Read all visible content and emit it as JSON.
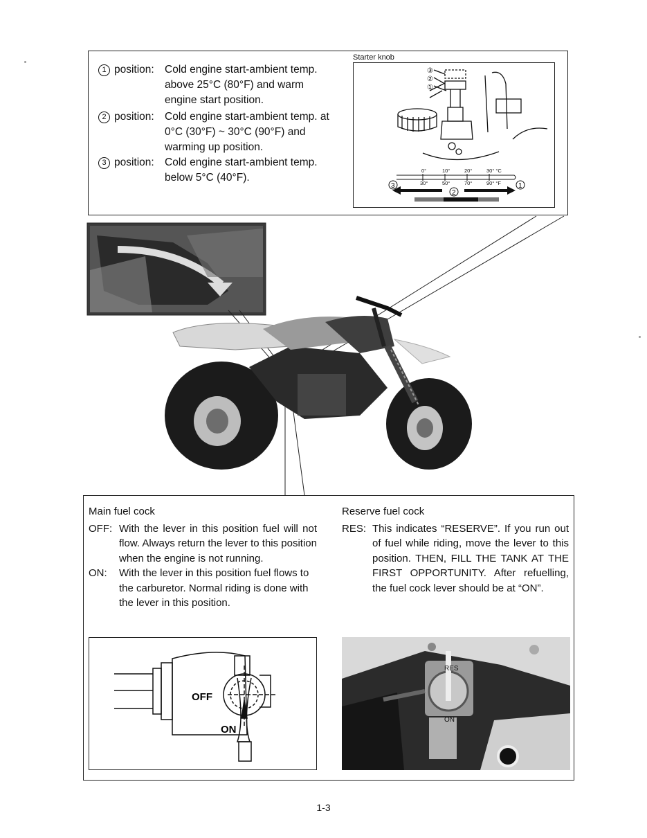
{
  "starter": {
    "positions": [
      {
        "num": "1",
        "label": "position:",
        "text": "Cold engine start-ambient temp. above 25°C (80°F) and warm engine start position."
      },
      {
        "num": "2",
        "label": "position:",
        "text": "Cold engine start-ambient temp. at 0°C (30°F) ~ 30°C (90°F) and warming up position."
      },
      {
        "num": "3",
        "label": "position:",
        "text": "Cold engine start-ambient temp. below 5°C (40°F)."
      }
    ],
    "knob_title": "Starter knob",
    "celsius_ticks": [
      "0°",
      "10°",
      "20°",
      "30° °C"
    ],
    "fahrenheit_ticks": [
      "30°",
      "50°",
      "70°",
      "90° °F"
    ],
    "marker_left": "3",
    "marker_mid": "2",
    "marker_right": "1"
  },
  "main_fuel": {
    "heading": "Main fuel cock",
    "entries": [
      {
        "key": "OFF:",
        "text": "With the lever in this position fuel will not flow. Always return the lever to this position when the engine is not running."
      },
      {
        "key": "ON:",
        "text": "With the lever in this position fuel flows to the carburetor. Normal riding is done with the lever in this position."
      }
    ]
  },
  "reserve_fuel": {
    "heading": "Reserve fuel cock",
    "entries": [
      {
        "key": "RES:",
        "text": "This indicates “RESERVE”. If you run out of fuel while riding, move the lever to this position. THEN, FILL THE TANK AT THE FIRST OPPORTUNITY. After refuelling, the fuel cock lever should be at “ON”."
      }
    ]
  },
  "diagram_labels": {
    "off": "OFF",
    "on": "ON"
  },
  "photo_labels": {
    "res": "RES",
    "on": "ON"
  },
  "page_number": "1-3"
}
